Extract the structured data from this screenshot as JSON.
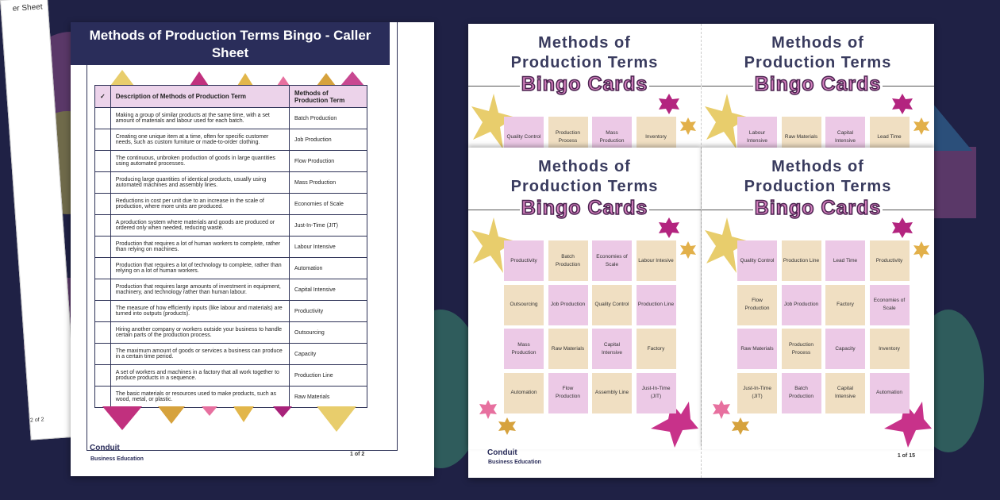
{
  "colors": {
    "background": "#1f2145",
    "banner": "#2a2d5a",
    "header_row": "#ecd3ea",
    "cell_pink": "#ecc9e6",
    "cell_beige": "#f0dfc2",
    "bingo_text": "#d37fbd"
  },
  "back_page": {
    "title_fragment": "er Sheet",
    "page": "2 of 2"
  },
  "caller_sheet": {
    "title": "Methods of Production Terms Bingo - Caller Sheet",
    "columns": [
      "✓",
      "Description of Methods of Production Term",
      "Methods of Production Term"
    ],
    "rows": [
      {
        "desc": "Making a group of similar products at the same time, with a set amount of materials and labour used for each batch.",
        "term": "Batch Production"
      },
      {
        "desc": "Creating one unique item at a time, often for specific customer needs, such as custom furniture or made-to-order clothing.",
        "term": "Job Production"
      },
      {
        "desc": "The continuous, unbroken production of goods in large quantities using automated processes.",
        "term": "Flow Production"
      },
      {
        "desc": "Producing large quantities of identical products, usually using automated machines and assembly lines.",
        "term": "Mass Production"
      },
      {
        "desc": "Reductions in cost per unit due to an increase in the scale of production, where more units are produced.",
        "term": "Economies of Scale"
      },
      {
        "desc": "A production system where materials and goods are produced or ordered only when needed, reducing waste.",
        "term": "Just-In-Time (JIT)"
      },
      {
        "desc": "Production that requires a lot of human workers to complete, rather than relying on machines.",
        "term": "Labour Intensive"
      },
      {
        "desc": "Production that requires a lot of technology to complete, rather than relying on a lot of human workers.",
        "term": "Automation"
      },
      {
        "desc": "Production that requires large amounts of investment in equipment, machinery, and technology rather than human labour.",
        "term": "Capital Intensive"
      },
      {
        "desc": "The measure of how efficiently inputs (like labour and materials) are turned into outputs (products).",
        "term": "Productivity"
      },
      {
        "desc": "Hiring another company or workers outside your business to handle certain parts of the production process.",
        "term": "Outsourcing"
      },
      {
        "desc": "The maximum amount of goods or services a business can produce in a certain time period.",
        "term": "Capacity"
      },
      {
        "desc": "A set of workers and machines in a factory that all work together to produce products in a sequence.",
        "term": "Production Line"
      },
      {
        "desc": "The basic materials or resources used to make products, such as wood, metal, or plastic.",
        "term": "Raw Materials"
      }
    ],
    "logo": "Conduit",
    "logo_sub": "Business Education",
    "page": "1 of 2"
  },
  "bingo_sheet": {
    "title_line1": "Methods of",
    "title_line2": "Production Terms",
    "bingo": "Bingo Cards",
    "logo": "Conduit",
    "logo_sub": "Business Education",
    "page": "1 of 15",
    "cards": [
      {
        "cells": [
          [
            "Quality Control",
            "Production Process",
            "Mass Production",
            "Inventory"
          ]
        ]
      },
      {
        "cells": [
          [
            "Labour Intensive",
            "Raw Materials",
            "Capital Intensive",
            "Lead Time"
          ]
        ]
      },
      {
        "cells": [
          [
            "Productivity",
            "Batch Production",
            "Economies of Scale",
            "Labour Intesive"
          ],
          [
            "Outsourcing",
            "Job Production",
            "Quality Control",
            "Production Line"
          ],
          [
            "Mass Production",
            "Raw Materials",
            "Capital Intensive",
            "Factory"
          ],
          [
            "Automation",
            "Flow Production",
            "Assembly Line",
            "Just-In-Time (JIT)"
          ]
        ]
      },
      {
        "cells": [
          [
            "Quality Control",
            "Production Line",
            "Lead Time",
            "Productivity"
          ],
          [
            "Flow Production",
            "Job Production",
            "Factory",
            "Economies of Scale"
          ],
          [
            "Raw Materials",
            "Production Process",
            "Capacity",
            "Inventory"
          ],
          [
            "Just-In-Time (JIT)",
            "Batch Production",
            "Capital Intensive",
            "Automation"
          ]
        ]
      }
    ]
  }
}
